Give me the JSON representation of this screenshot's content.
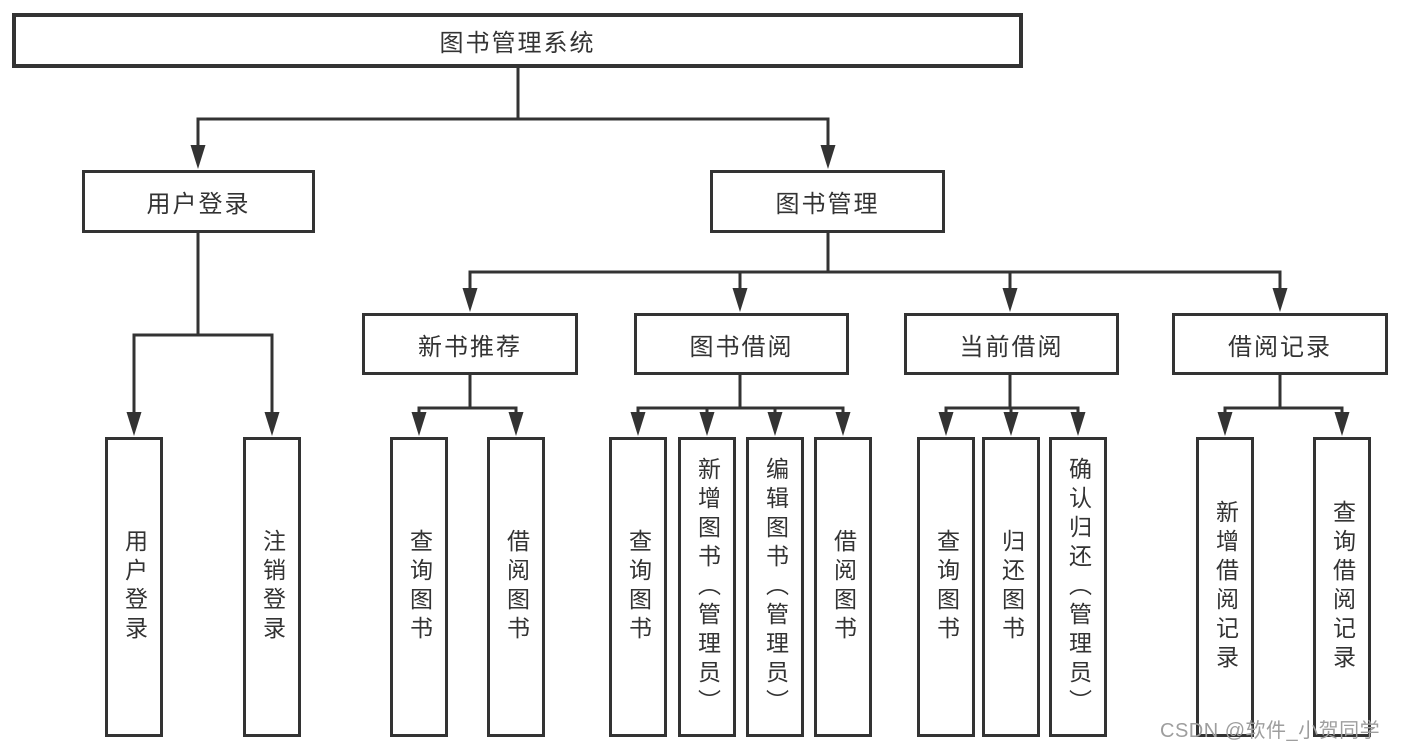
{
  "diagram": {
    "title_note": "library management system functional structure chart",
    "tree": {
      "root": {
        "label": "图书管理系统",
        "children": [
          {
            "label": "用户登录",
            "children": [
              {
                "label": "用户登录"
              },
              {
                "label": "注销登录"
              }
            ]
          },
          {
            "label": "图书管理",
            "children": [
              {
                "label": "新书推荐",
                "children": [
                  {
                    "label": "查询图书"
                  },
                  {
                    "label": "借阅图书"
                  }
                ]
              },
              {
                "label": "图书借阅",
                "children": [
                  {
                    "label": "查询图书"
                  },
                  {
                    "label": "新增图书（管理员）"
                  },
                  {
                    "label": "编辑图书（管理员）"
                  },
                  {
                    "label": "借阅图书"
                  }
                ]
              },
              {
                "label": "当前借阅",
                "children": [
                  {
                    "label": "查询图书"
                  },
                  {
                    "label": "归还图书"
                  },
                  {
                    "label": "确认归还（管理员）"
                  }
                ]
              },
              {
                "label": "借阅记录",
                "children": [
                  {
                    "label": "新增借阅记录"
                  },
                  {
                    "label": "查询借阅记录"
                  }
                ]
              }
            ]
          }
        ]
      }
    },
    "colors": {
      "line": "#333333",
      "text": "#333333",
      "background": "#ffffff",
      "watermark": "#9e9e9e"
    }
  },
  "watermark": {
    "text": "CSDN @软件_小贺同学"
  }
}
